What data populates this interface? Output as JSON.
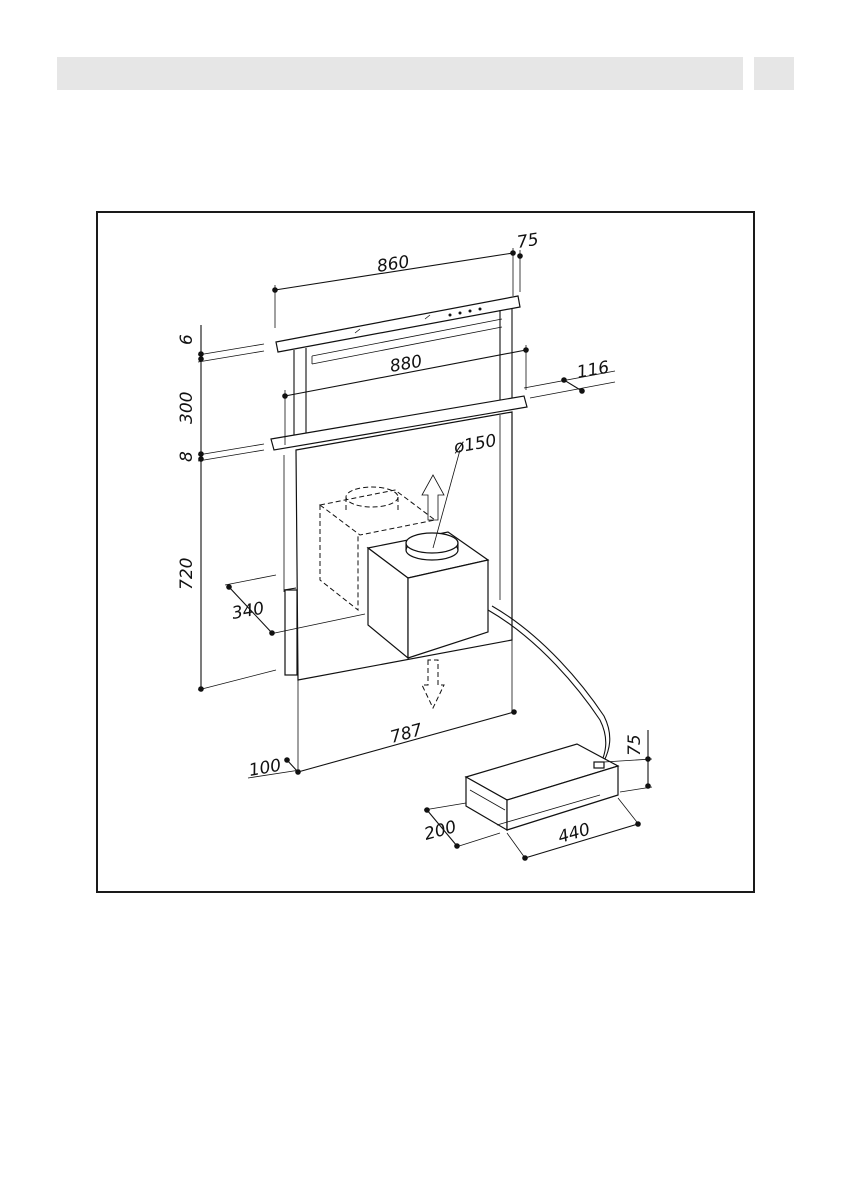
{
  "header": {
    "title": "",
    "page_number": ""
  },
  "figure": {
    "dimensions": {
      "top_width": "860",
      "top_depth": "75",
      "glass_height": "6",
      "inner_width": "880",
      "rise_height": "300",
      "frame_depth": "116",
      "base_plate": "8",
      "duct_diameter": "ø150",
      "body_height": "720",
      "motor_offset": "340",
      "body_width": "787",
      "body_depth": "100",
      "remote_motor_height": "75",
      "remote_motor_depth": "200",
      "remote_motor_width": "440"
    }
  }
}
